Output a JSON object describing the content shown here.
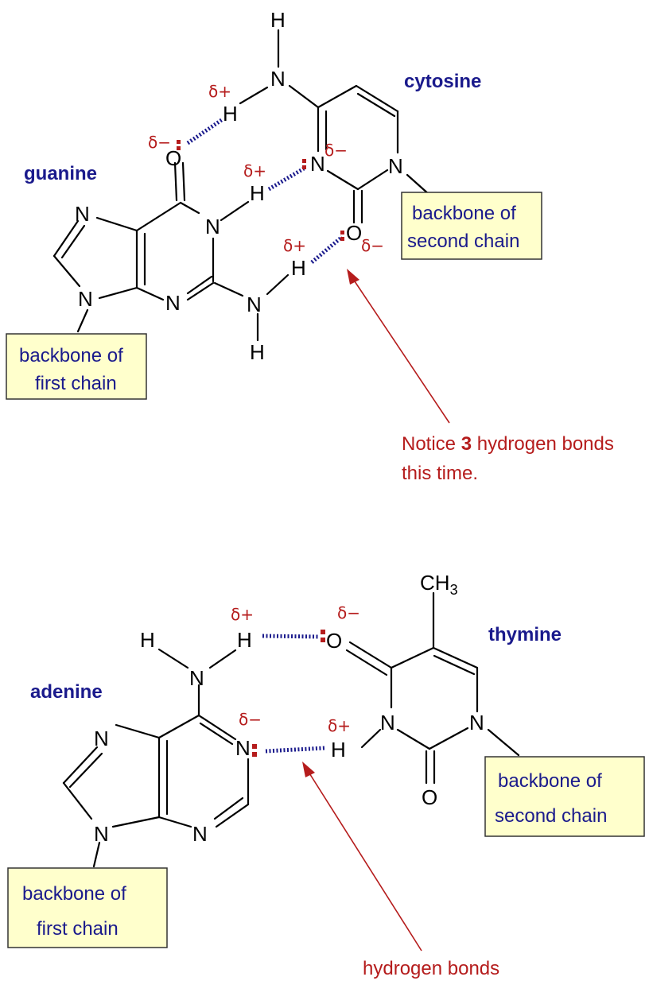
{
  "top_pair": {
    "left_base": "guanine",
    "right_base": "cytosine",
    "left_backbone": [
      "backbone of",
      "first chain"
    ],
    "right_backbone": [
      "backbone of",
      "second chain"
    ],
    "note": {
      "prefix": "Notice ",
      "bold": "3",
      "suffix": " hydrogen bonds",
      "line2": "this time."
    }
  },
  "bottom_pair": {
    "left_base": "adenine",
    "right_base": "thymine",
    "left_backbone": [
      "backbone of",
      "first chain"
    ],
    "right_backbone": [
      "backbone of",
      "second chain"
    ],
    "note": "hydrogen bonds"
  },
  "atoms": {
    "H": "H",
    "N": "N",
    "O": "O",
    "C": "C",
    "methyl": "CH",
    "methyl_sub": "3"
  },
  "charges": {
    "positive": "δ+",
    "negative": "δ−"
  },
  "colors": {
    "base_name": "#1a1a8c",
    "note": "#b51c1c",
    "box_fill": "#ffffcc",
    "hbond": "#1a1a8c"
  }
}
